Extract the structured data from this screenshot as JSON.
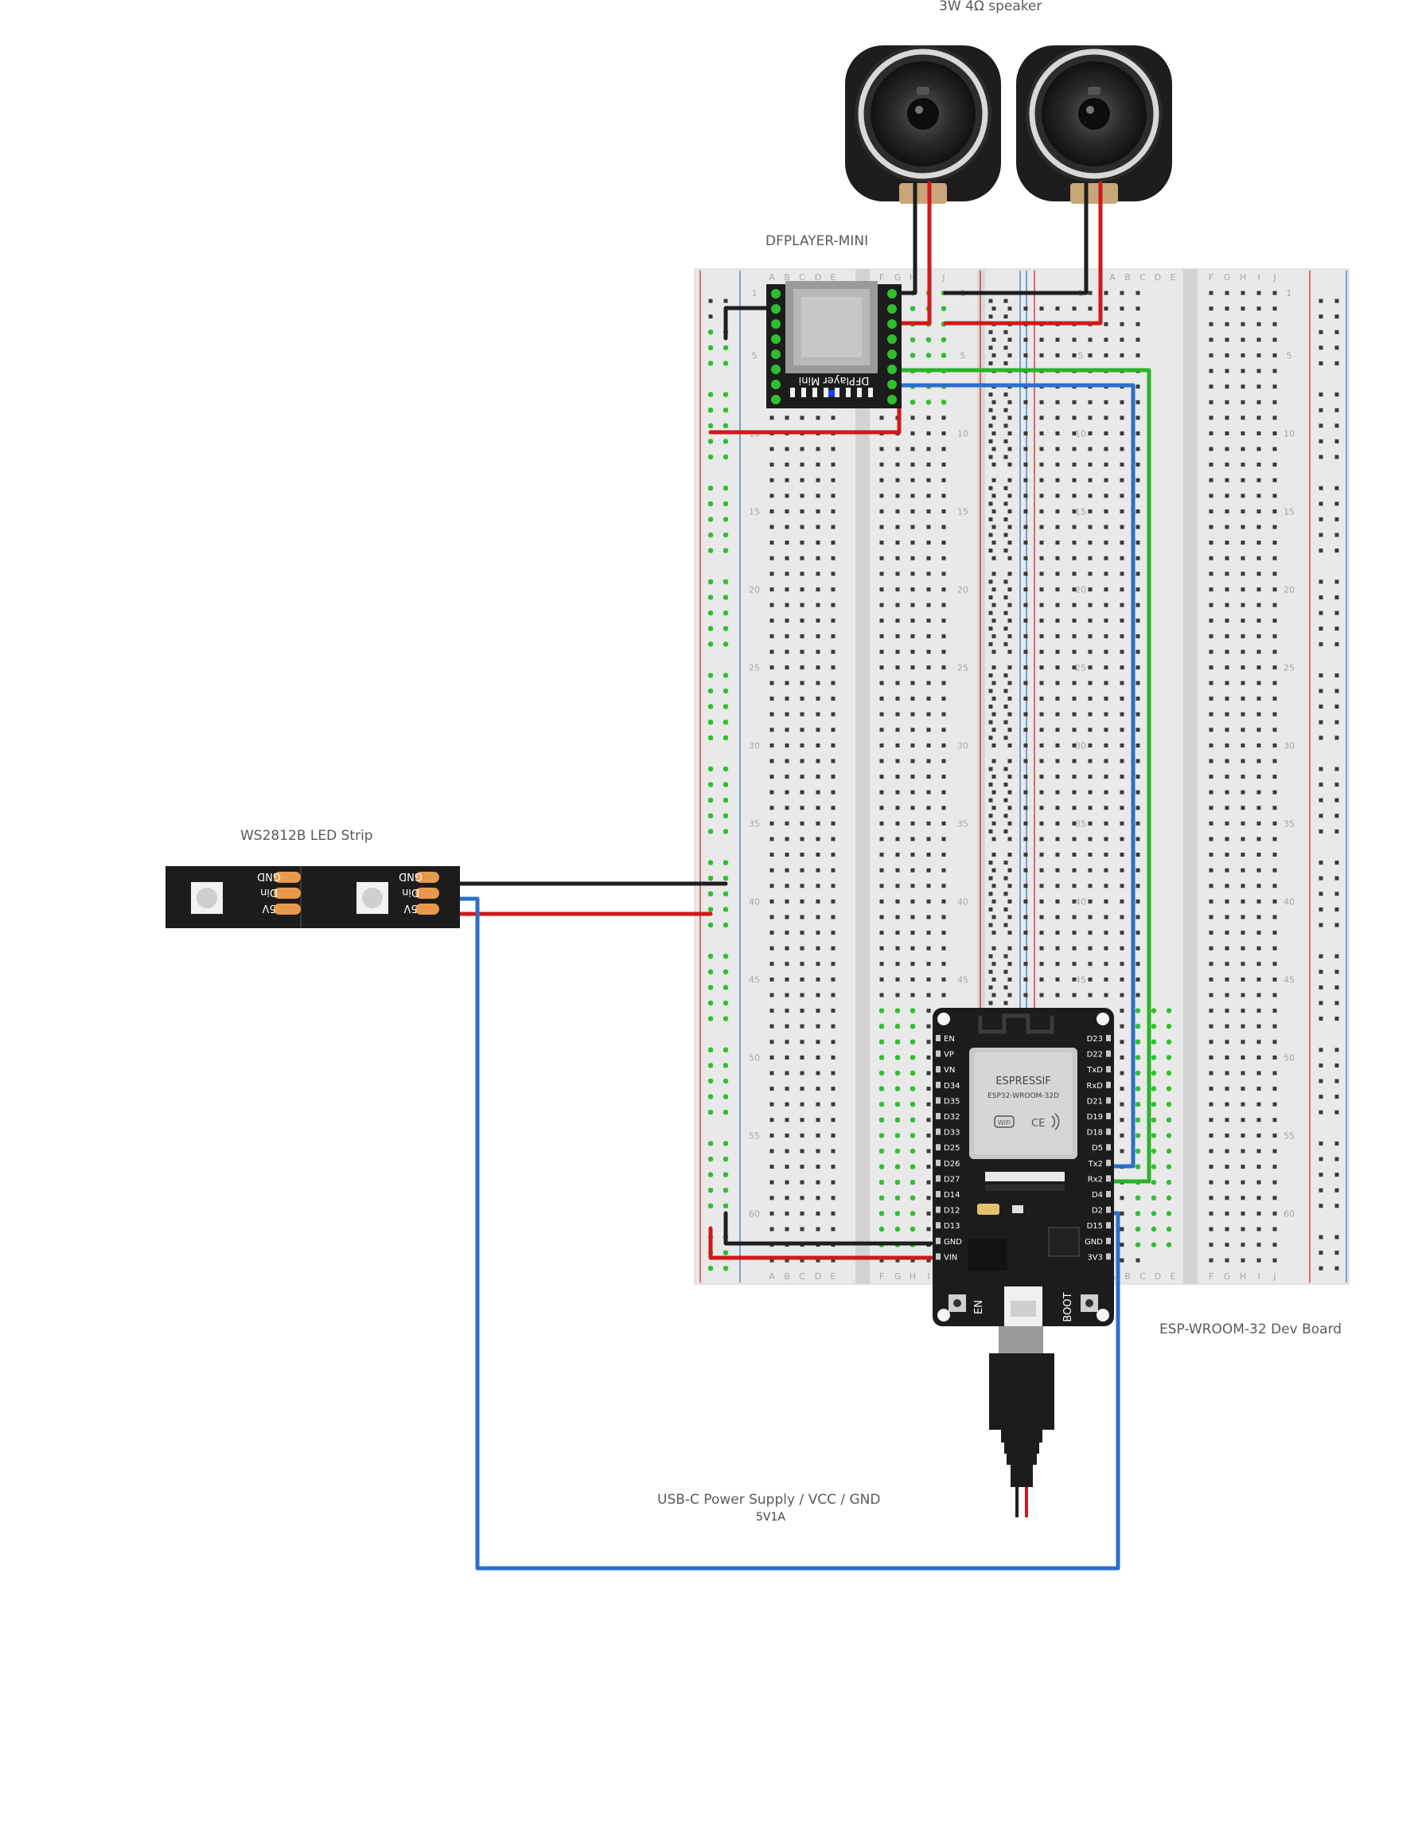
{
  "labels": {
    "speaker": "3W 4Ω speaker",
    "dfplayer": "DFPLAYER-MINI",
    "led_strip": "WS2812B LED Strip",
    "esp_board": "ESP-WROOM-32 Dev Board",
    "power": "USB-C Power Supply / VCC / GND",
    "power_rating": "5V1A"
  },
  "dfplayer_chip": {
    "text": "DFPlayer Mini"
  },
  "led_pads": [
    "GND",
    "Din",
    "5V"
  ],
  "breadboard": {
    "column_letters_left": [
      "A",
      "B",
      "C",
      "D",
      "E"
    ],
    "column_letters_right": [
      "F",
      "G",
      "H",
      "I",
      "J"
    ],
    "row_numbers": [
      "1",
      "5",
      "10",
      "15",
      "20",
      "25",
      "30",
      "35",
      "40",
      "45",
      "50",
      "55",
      "60"
    ]
  },
  "esp32": {
    "brand": "ESPRESSIF",
    "module": "ESP32-WROOM-32D",
    "cert": "CE",
    "button_en": "EN",
    "button_boot": "BOOT",
    "left_pins": [
      "EN",
      "VP",
      "VN",
      "D34",
      "D35",
      "D32",
      "D33",
      "D25",
      "D26",
      "D27",
      "D14",
      "D12",
      "D13",
      "GND",
      "VIN"
    ],
    "right_pins": [
      "D23",
      "D22",
      "TxD",
      "RxD",
      "D21",
      "D19",
      "D18",
      "D5",
      "Tx2",
      "Rx2",
      "D4",
      "D2",
      "D15",
      "GND",
      "3V3"
    ]
  },
  "colors": {
    "wire_black": "#1e1e1e",
    "wire_red": "#d01818",
    "wire_green": "#28b428",
    "wire_blue": "#2a6fcb",
    "board_black": "#1c1c1c",
    "breadboard": "#e9e9e9",
    "pad_orange": "#e89a4c"
  },
  "icons": [
    "speaker-icon",
    "sd-card-slot-icon",
    "led-icon",
    "wifi-icon",
    "usb-connector-icon"
  ]
}
